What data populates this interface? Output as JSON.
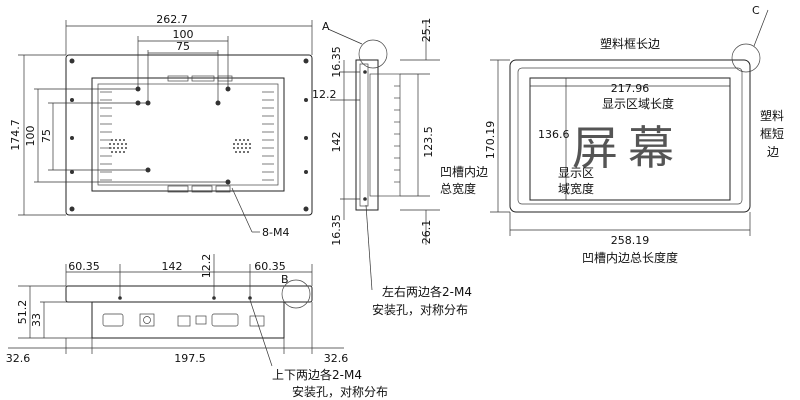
{
  "front_view": {
    "width": "262.7",
    "height": "174.7",
    "hole_spacing_outer": "100",
    "hole_spacing_inner": "75",
    "v_hole_spacing_outer": "100",
    "v_hole_spacing_inner": "75",
    "mount_label": "8-M4"
  },
  "side_view": {
    "label_a": "A",
    "top_offset": "25.1",
    "top_gap": "16.35",
    "thickness": "12.2",
    "hole_span": "142",
    "inner_span": "123.5",
    "bottom_gap": "16.35",
    "bottom_offset": "26.1",
    "note_line1": "左右两边各2-M4",
    "note_line2": "安装孔，对称分布"
  },
  "bottom_view": {
    "label_b": "B",
    "left_offset": "60.35",
    "span": "142",
    "thickness": "12.2",
    "right_offset": "60.35",
    "height_total": "51.2",
    "height_inner": "33",
    "left_margin": "32.6",
    "inner_width": "197.5",
    "right_margin": "32.6",
    "note_line1": "上下两边各2-M4",
    "note_line2": "安装孔，对称分布"
  },
  "panel_view": {
    "label_c": "C",
    "frame_long": "塑料框长边",
    "display_width": "217.96",
    "display_width_label": "显示区域长度",
    "display_height": "136.6",
    "screen_text_1": "屏",
    "screen_text_2": "幕",
    "display_h_label_1": "显示区",
    "display_h_label_2": "域宽度",
    "groove_height": "170.19",
    "groove_h_label_1": "凹槽内边",
    "groove_h_label_2": "总宽度",
    "frame_short_1": "塑料",
    "frame_short_2": "框短",
    "frame_short_3": "边",
    "groove_width": "258.19",
    "groove_w_label": "凹槽内边总长度度"
  }
}
